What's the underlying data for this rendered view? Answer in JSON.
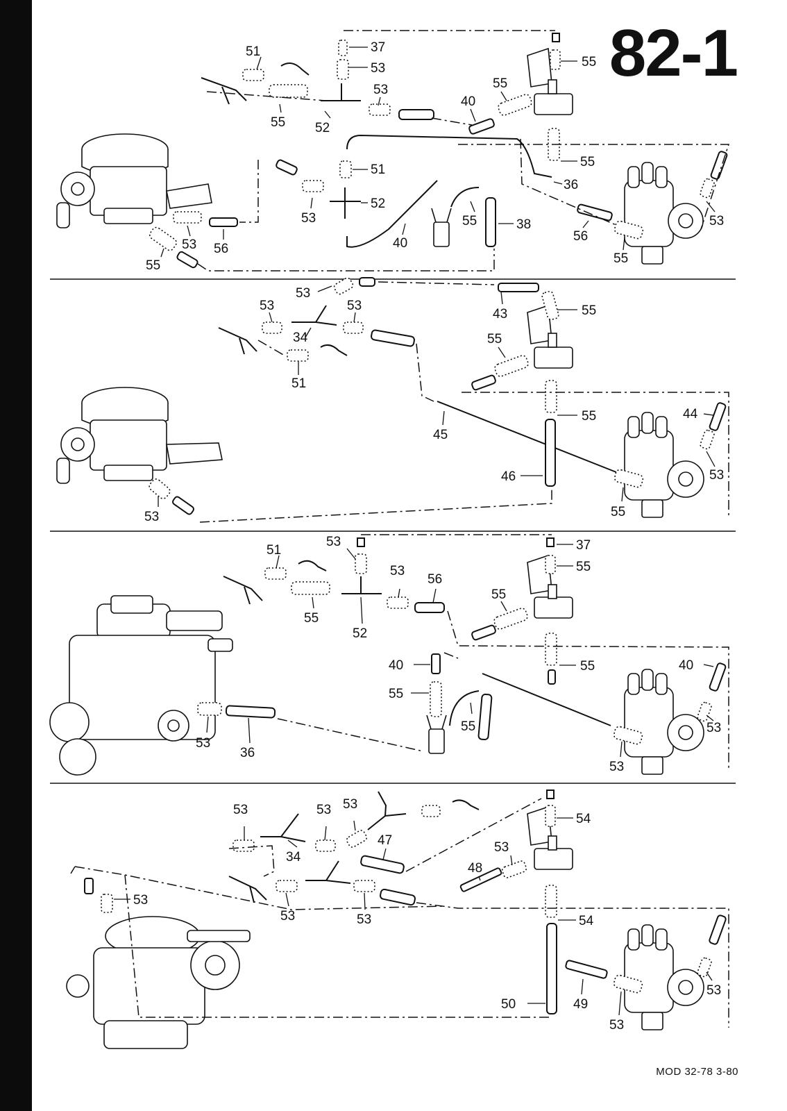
{
  "page": {
    "title": "82-1",
    "model_code": "MOD 32-78   3-80"
  },
  "panels": [
    {
      "name": "panel-1",
      "labels": [
        "51",
        "37",
        "53",
        "53",
        "55",
        "55",
        "40",
        "55",
        "52",
        "51",
        "55",
        "52",
        "36",
        "53",
        "53",
        "56",
        "40",
        "55",
        "38",
        "56",
        "53",
        "55",
        "55"
      ]
    },
    {
      "name": "panel-2",
      "labels": [
        "53",
        "53",
        "53",
        "43",
        "55",
        "34",
        "55",
        "51",
        "55",
        "45",
        "44",
        "53",
        "46",
        "53",
        "55"
      ]
    },
    {
      "name": "panel-3",
      "labels": [
        "53",
        "37",
        "51",
        "55",
        "53",
        "56",
        "55",
        "55",
        "52",
        "40",
        "55",
        "40",
        "53",
        "55",
        "53",
        "36",
        "55",
        "53"
      ]
    },
    {
      "name": "panel-4",
      "labels": [
        "53",
        "53",
        "53",
        "54",
        "34",
        "47",
        "53",
        "48",
        "53",
        "53",
        "53",
        "54",
        "50",
        "49",
        "53",
        "53"
      ]
    }
  ]
}
